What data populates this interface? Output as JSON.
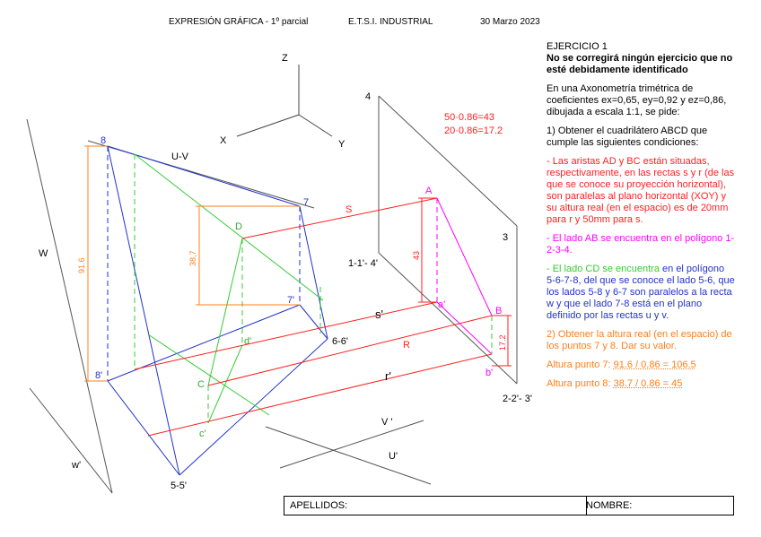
{
  "header": {
    "subject": "EXPRESIÓN GRÁFICA  - 1º parcial",
    "school": "E.T.S.I. INDUSTRIAL",
    "date": "30 Marzo 2023"
  },
  "panel": {
    "title": "EJERCICIO 1",
    "warning": "No se corregirá  ningún ejercicio que no esté debidamente identificado",
    "intro": "En una Axonometría trimétrica de coeficientes ex=0,65, ey=0,92 y ez=0,86, dibujada a escala 1:1, se pide:",
    "q1": "1) Obtener el cuadrilátero ABCD que cumple las siguientes condiciones:",
    "cond_red": "- Las aristas AD y BC están situadas, respectivamente, en las rectas s y r (de las que se conoce su proyección horizontal), son paralelas al plano horizontal (XOY) y su altura real (en el espacio) es de 20mm para r y 50mm para s.",
    "cond_magenta": "- El lado AB se encuentra en el polígono 1-2-3-4.",
    "cond_green": "- El lado CD se encuentra",
    "cond_blue": " en el polígono 5-6-7-8, del que se conoce el lado 5-6, que los lados 5-8 y 6-7 son paralelos a la recta w y que el lado 7-8 está en el plano definido por las rectas u y v.",
    "q2": "2) Obtener la altura real (en el espacio) de los puntos 7 y 8. Dar su valor.",
    "h7_label": "Altura punto 7: ",
    "h7_value": "91.6 / 0.86 = 106.5",
    "h8_label": "Altura punto 8: ",
    "h8_value": "38.7 / 0.86 = 45"
  },
  "drawing": {
    "calc1": "50·0.86=43",
    "calc2": "20·0.86=17.2",
    "axis_z": "Z",
    "axis_x": "X",
    "axis_y": "Y",
    "lbl_4": "4",
    "lbl_3": "3",
    "lbl_1": "1-1'- 4'",
    "lbl_2": "2-2'- 3'",
    "lbl_8": "8",
    "lbl_8p": "8'",
    "lbl_7": "7",
    "lbl_7p": "7'",
    "lbl_uv": "U-V",
    "lbl_W": "W",
    "lbl_w": "w'",
    "lbl_D": "D",
    "lbl_dp": "d'",
    "lbl_C": "C",
    "lbl_cp": "c'",
    "lbl_A": "A",
    "lbl_ap": "a'",
    "lbl_B": "B",
    "lbl_bp": "b'",
    "lbl_S": "S",
    "lbl_sp": "s'",
    "lbl_R": "R",
    "lbl_rp": "r'",
    "lbl_66": "6-6'",
    "lbl_55": "5-5'",
    "lbl_Vp": "V '",
    "lbl_Up": "U'",
    "dim_916": "91.6",
    "dim_387": "38,7",
    "dim_43": "43",
    "dim_172": "17.2"
  },
  "footer": {
    "surname": "APELLIDOS:",
    "name": "NOMBRE:"
  },
  "colors": {
    "red": "#ff2020",
    "magenta": "#ff00ff",
    "green": "#33cc33",
    "blue": "#2233cc",
    "orange": "#ff7f1a",
    "grey": "#555555"
  }
}
